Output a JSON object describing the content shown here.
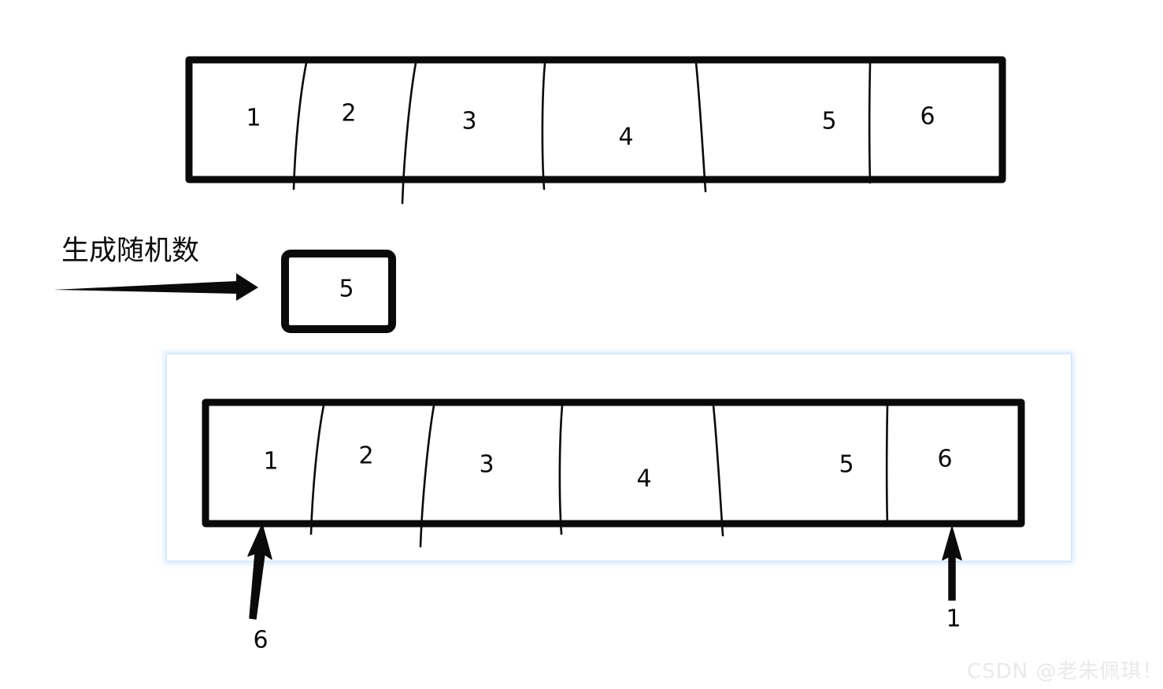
{
  "diagram": {
    "title": "生成随机数 (generate random number) array shuffle step",
    "top_array": {
      "name": "original-array",
      "cells": [
        {
          "value": "1"
        },
        {
          "value": "2"
        },
        {
          "value": "3"
        },
        {
          "value": "4"
        },
        {
          "value": "5"
        },
        {
          "value": "6"
        }
      ]
    },
    "random_label": "生成随机数",
    "random_box": {
      "value": "5"
    },
    "bottom_array": {
      "name": "highlighted-array",
      "cells": [
        {
          "value": "1"
        },
        {
          "value": "2"
        },
        {
          "value": "3"
        },
        {
          "value": "4"
        },
        {
          "value": "5"
        },
        {
          "value": "6"
        }
      ]
    },
    "pointers": [
      {
        "name": "left-pointer",
        "label": "6"
      },
      {
        "name": "right-pointer",
        "label": "1"
      }
    ],
    "watermark": "CSDN @老朱佩琪！",
    "colors": {
      "stroke": "#0a0a0a",
      "highlight_border": "#cfe2fd",
      "highlight_glow": "#aacdfa",
      "watermark": "#e9e9e9",
      "background": "#ffffff"
    }
  },
  "chart_data": {
    "type": "diagram",
    "title": "生成随机数",
    "series": [
      {
        "name": "top_array",
        "values": [
          "1",
          "2",
          "3",
          "4",
          "5",
          "6"
        ]
      },
      {
        "name": "random_value",
        "values": [
          "5"
        ]
      },
      {
        "name": "bottom_array",
        "values": [
          "1",
          "2",
          "3",
          "4",
          "5",
          "6"
        ]
      },
      {
        "name": "pointer_labels",
        "values": [
          "6",
          "1"
        ]
      }
    ]
  }
}
